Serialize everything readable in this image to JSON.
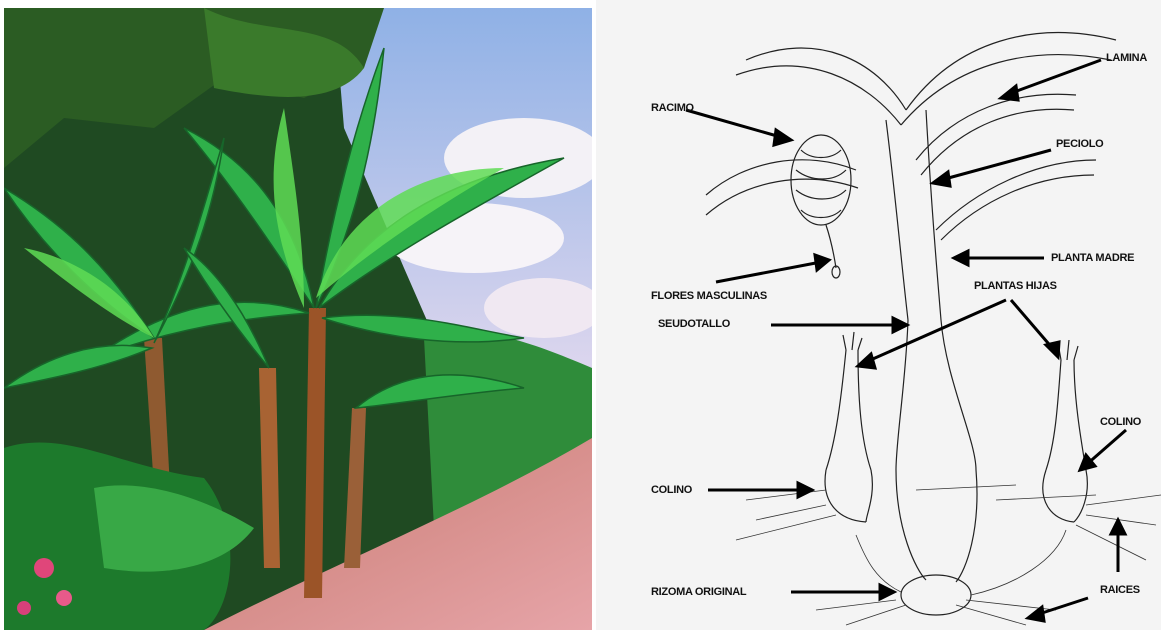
{
  "photo": {
    "subject": "banana-plants-garden",
    "colors": {
      "sky": "#a9c4ea",
      "cloud": "#f4f2f6",
      "leaf_dark": "#1c7a2e",
      "leaf_light": "#4fd24a",
      "path": "#d48a8a",
      "stem": "#a15a2c"
    }
  },
  "diagram": {
    "labels": {
      "lamina": "LAMINA",
      "racimo": "RACIMO",
      "peciolo": "PECIOLO",
      "planta_madre": "PLANTA MADRE",
      "flores_masculinas": "FLORES MASCULINAS",
      "plantas_hijas": "PLANTAS HIJAS",
      "seudotallo": "SEUDOTALLO",
      "colino_left": "COLINO",
      "colino_right": "COLINO",
      "rizoma_original": "RIZOMA ORIGINAL",
      "raices": "RAICES"
    }
  }
}
